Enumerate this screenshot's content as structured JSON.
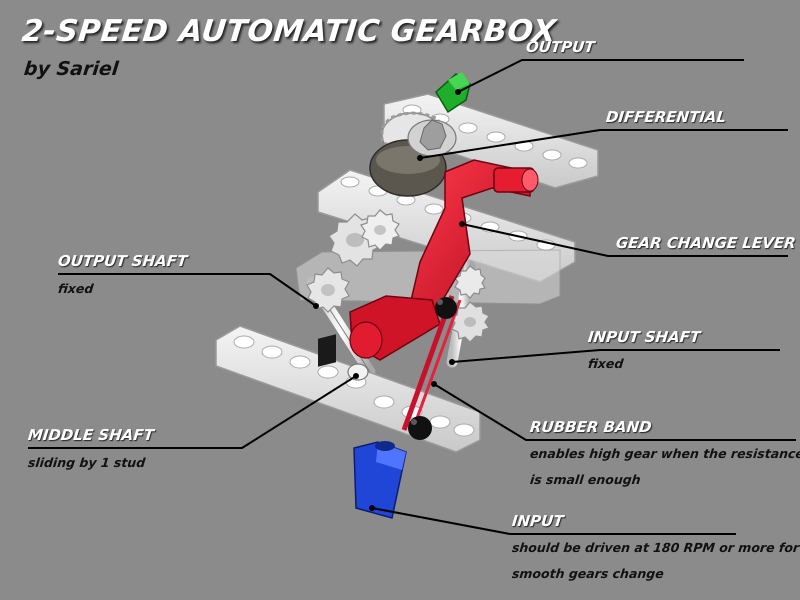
{
  "title": "2-SPEED AUTOMATIC GEARBOX",
  "subtitle": "by Sariel",
  "labels": {
    "output": "OUTPUT",
    "differential": "DIFFERENTIAL",
    "gear_change_lever": "GEAR CHANGE LEVER",
    "output_shaft": "OUTPUT SHAFT",
    "output_shaft_note": "fixed",
    "input_shaft": "INPUT SHAFT",
    "input_shaft_note": "fixed",
    "middle_shaft": "MIDDLE SHAFT",
    "middle_shaft_note": "sliding by 1 stud",
    "rubber_band": "RUBBER BAND",
    "rubber_band_note_1": "enables high gear when the resistance",
    "rubber_band_note_2": "is small enough",
    "input": "INPUT",
    "input_note_1": "should be driven at 180 RPM or more for",
    "input_note_2": "smooth gears change"
  },
  "colors": {
    "background": "#8b8b8b",
    "lever": "#d9142a",
    "output_axle": "#1fae2b",
    "input_axle": "#1f46d6",
    "differential": "#555148",
    "frame": "#e6e6e6",
    "leader_line": "#000000"
  }
}
